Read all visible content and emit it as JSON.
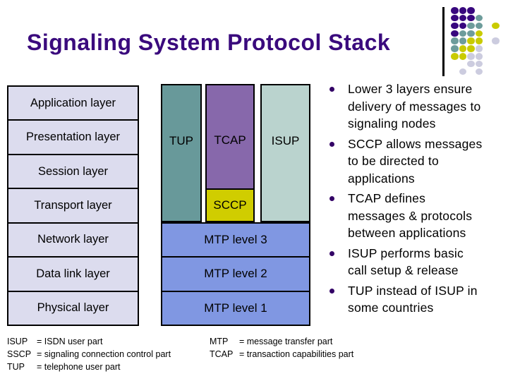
{
  "title": "Signaling System Protocol Stack",
  "osi_layers": [
    "Application layer",
    "Presentation layer",
    "Session layer",
    "Transport layer",
    "Network layer",
    "Data link layer",
    "Physical layer"
  ],
  "protocols": {
    "tup": "TUP",
    "tcap": "TCAP",
    "isup": "ISUP",
    "sccp": "SCCP",
    "mtp_levels": [
      "MTP level 3",
      "MTP level 2",
      "MTP level 1"
    ]
  },
  "bullets": [
    [
      "Lower 3 layers ensure",
      "delivery of messages to",
      "signaling nodes"
    ],
    [
      "SCCP allows messages",
      "to be directed to",
      "applications"
    ],
    [
      "TCAP defines",
      "messages & protocols",
      "between applications"
    ],
    [
      "ISUP performs basic",
      "call setup & release"
    ],
    [
      "TUP instead of ISUP in",
      "some countries"
    ]
  ],
  "legend_left": [
    {
      "abbr": "ISUP",
      "def": "= ISDN user part"
    },
    {
      "abbr": "SSCP",
      "def": "= signaling connection control part"
    },
    {
      "abbr": "TUP",
      "def": "= telephone user part"
    }
  ],
  "legend_right": [
    {
      "abbr": "MTP",
      "def": "= message transfer part"
    },
    {
      "abbr": "TCAP",
      "def": "= transaction capabilities part"
    }
  ],
  "colors": {
    "title_text": "#3a0a7d",
    "osi_box_fill": "#dcdcee",
    "tup_fill": "#68999a",
    "tcap_fill": "#8768ab",
    "isup_fill": "#bad3ce",
    "sccp_fill": "#d0cd00",
    "mtp_fill": "#8097e2",
    "bullet_marker": "#330066",
    "border": "#000000"
  },
  "decoration": {
    "palette": {
      "p": "#38077e",
      "t": "#6d9c9b",
      "y": "#c9cb00",
      "g": "#ccccdf"
    },
    "pattern": [
      "ppp",
      "pppt",
      "pptt.y",
      "ptty",
      "ttyy.g",
      "tyyg",
      "yygg",
      "..gg",
      ".g.g"
    ]
  }
}
